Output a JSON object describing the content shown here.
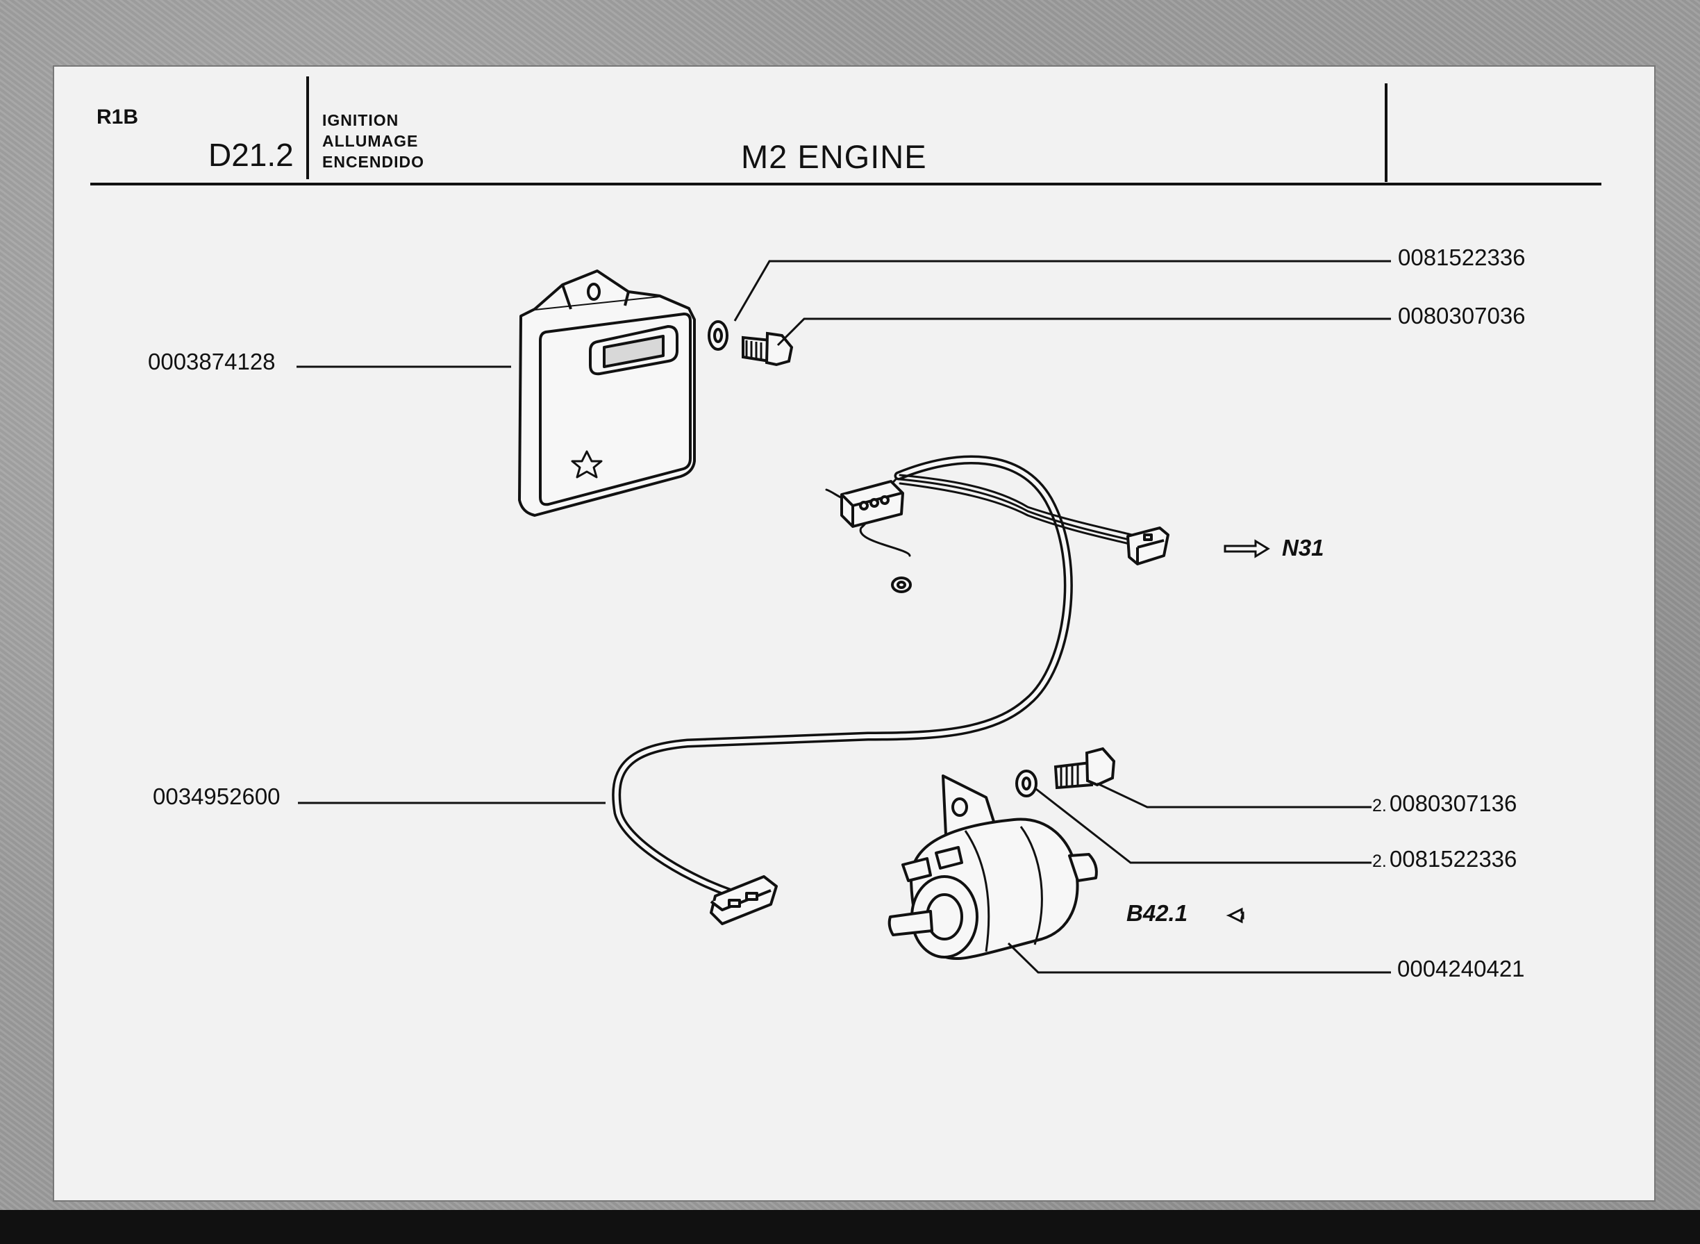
{
  "header": {
    "sheet_code": "R1B",
    "group_code": "D21.2",
    "title_lines": [
      "IGNITION",
      "ALLUMAGE",
      "ENCENDIDO"
    ],
    "engine": "M2 ENGINE"
  },
  "parts": [
    {
      "part_number": "0081522336",
      "qty": ""
    },
    {
      "part_number": "0080307036",
      "qty": ""
    },
    {
      "part_number": "0003874128",
      "qty": ""
    },
    {
      "part_number": "0034952600",
      "qty": ""
    },
    {
      "part_number": "0080307136",
      "qty": "2."
    },
    {
      "part_number": "0081522336",
      "qty": "2."
    },
    {
      "part_number": "0004240421",
      "qty": ""
    }
  ],
  "refs": {
    "n31": "N31",
    "b42": "B42.1"
  }
}
